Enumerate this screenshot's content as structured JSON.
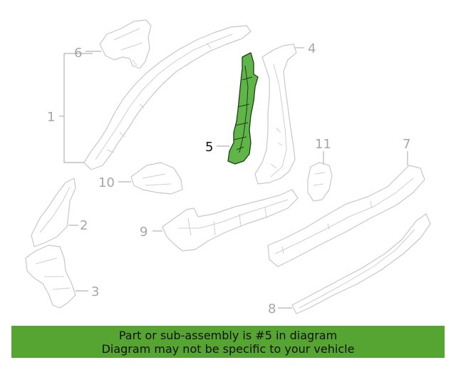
{
  "callouts": {
    "c1": "1",
    "c2": "2",
    "c3": "3",
    "c4": "4",
    "c5": "5",
    "c6": "6",
    "c7": "7",
    "c8": "8",
    "c9": "9",
    "c10": "10",
    "c11": "11"
  },
  "highlighted_part": "5",
  "highlight_color": "#5fb548",
  "banner": {
    "line1": "Part or sub-assembly is #5 in diagram",
    "line2": "Diagram may not be specific to your vehicle",
    "background": "#56a532"
  }
}
